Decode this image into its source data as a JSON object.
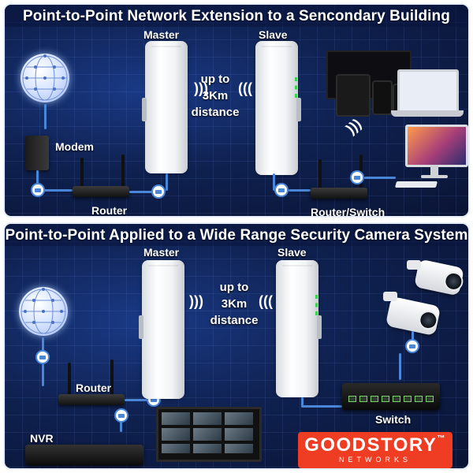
{
  "section1": {
    "title": "Point-to-Point Network Extension to a Sencondary Building",
    "master_label": "Master",
    "slave_label": "Slave",
    "distance_lines": [
      "up to",
      "3Km",
      "distance"
    ],
    "modem_label": "Modem",
    "router_label": "Router",
    "router_switch_label": "Router/Switch"
  },
  "section2": {
    "title": "Point-to-Point Applied to a Wide Range Security Camera System",
    "master_label": "Master",
    "slave_label": "Slave",
    "distance_lines": [
      "up to",
      "3Km",
      "distance"
    ],
    "router_label": "Router",
    "nvr_label": "NVR",
    "switch_label": "Switch"
  },
  "logo": {
    "brand": "GOODSTORY",
    "tm": "™",
    "sub": "NETWORKS"
  },
  "icons": [
    "globe-icon",
    "modem-icon",
    "router-icon",
    "cpe-antenna-icon",
    "wifi-waves-icon",
    "ethernet-port-icon",
    "tablet-icon",
    "phone-icon",
    "tv-icon",
    "laptop-icon",
    "imac-icon",
    "switch-icon",
    "nvr-icon",
    "monitor-icon",
    "security-camera-icon"
  ],
  "colors": {
    "panel_bg": "#0f2150",
    "cable": "#4a86d8",
    "logo_bg": "#ee3d23",
    "led": "#3ad34e"
  }
}
